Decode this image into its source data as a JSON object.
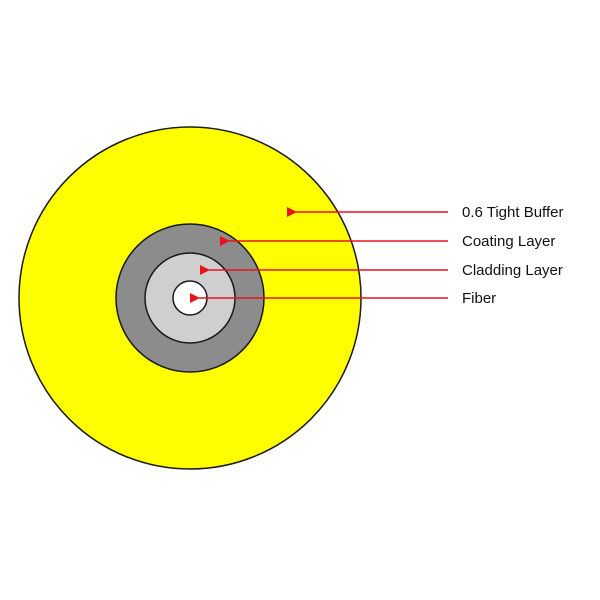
{
  "labels": {
    "buffer": "0.6 Tight Buffer",
    "coating": "Coating Layer",
    "cladding": "Cladding Layer",
    "fiber": "Fiber"
  },
  "colors": {
    "buffer": "#ffff00",
    "coating": "#8c8c8c",
    "cladding": "#cfcfcf",
    "fiber": "#ffffff",
    "outline": "#1a1a1a",
    "arrow": "#e8141b"
  }
}
